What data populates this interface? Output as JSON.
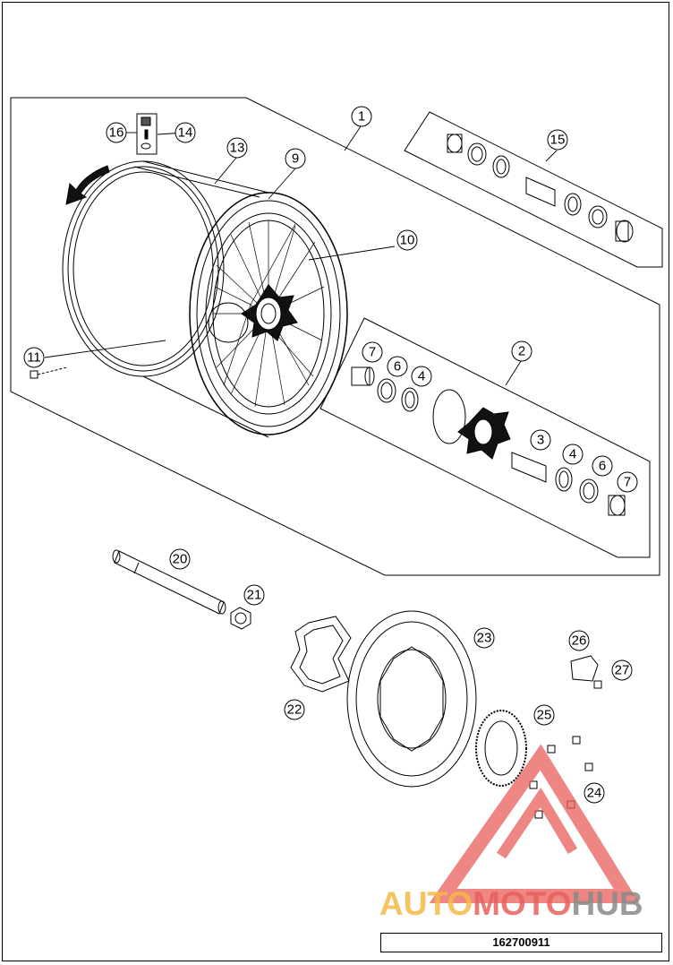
{
  "callouts": {
    "c1": "1",
    "c2": "2",
    "c3": "3",
    "c4a": "4",
    "c4b": "4",
    "c6a": "6",
    "c6b": "6",
    "c7a": "7",
    "c7b": "7",
    "c9": "9",
    "c10": "10",
    "c11": "11",
    "c13": "13",
    "c14": "14",
    "c15": "15",
    "c16": "16",
    "c20": "20",
    "c21": "21",
    "c22": "22",
    "c23": "23",
    "c24": "24",
    "c25": "25",
    "c26": "26",
    "c27": "27"
  },
  "document_number": "162700911",
  "watermark": {
    "part1": "AUTO",
    "part2": "MOTO",
    "part3": "HUB"
  },
  "colors": {
    "line": "#000000",
    "watermark_orange": "#f5b942",
    "watermark_red": "#e9605c",
    "watermark_gray": "#8a8a8a"
  }
}
